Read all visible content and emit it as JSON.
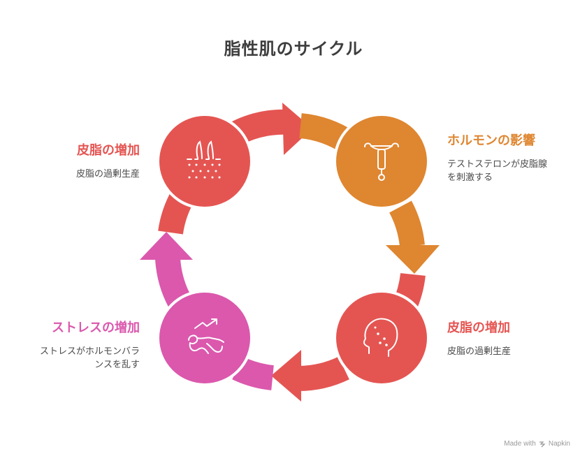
{
  "title": "脂性肌のサイクル",
  "colors": {
    "red": "#E45552",
    "orange": "#DF8630",
    "pink": "#DB58AD"
  },
  "steps": [
    {
      "id": "top-left",
      "heading": "皮脂の増加",
      "desc": "皮脂の過剰生産",
      "color": "#E45552",
      "icon": "hair-follicle-icon"
    },
    {
      "id": "top-right",
      "heading": "ホルモンの影響",
      "desc": "テストステロンが皮脂腺\nを刺激する",
      "color": "#DF8630",
      "icon": "hormone-icon"
    },
    {
      "id": "bottom-right",
      "heading": "皮脂の増加",
      "desc": "皮脂の過剰生産",
      "color": "#E45552",
      "icon": "face-acne-icon"
    },
    {
      "id": "bottom-left",
      "heading": "ストレスの増加",
      "desc": "ストレスがホルモンバラ\nンスを乱す",
      "color": "#DB58AD",
      "icon": "stress-icon"
    }
  ],
  "footer": {
    "text": "Made with",
    "brand": "Napkin"
  }
}
